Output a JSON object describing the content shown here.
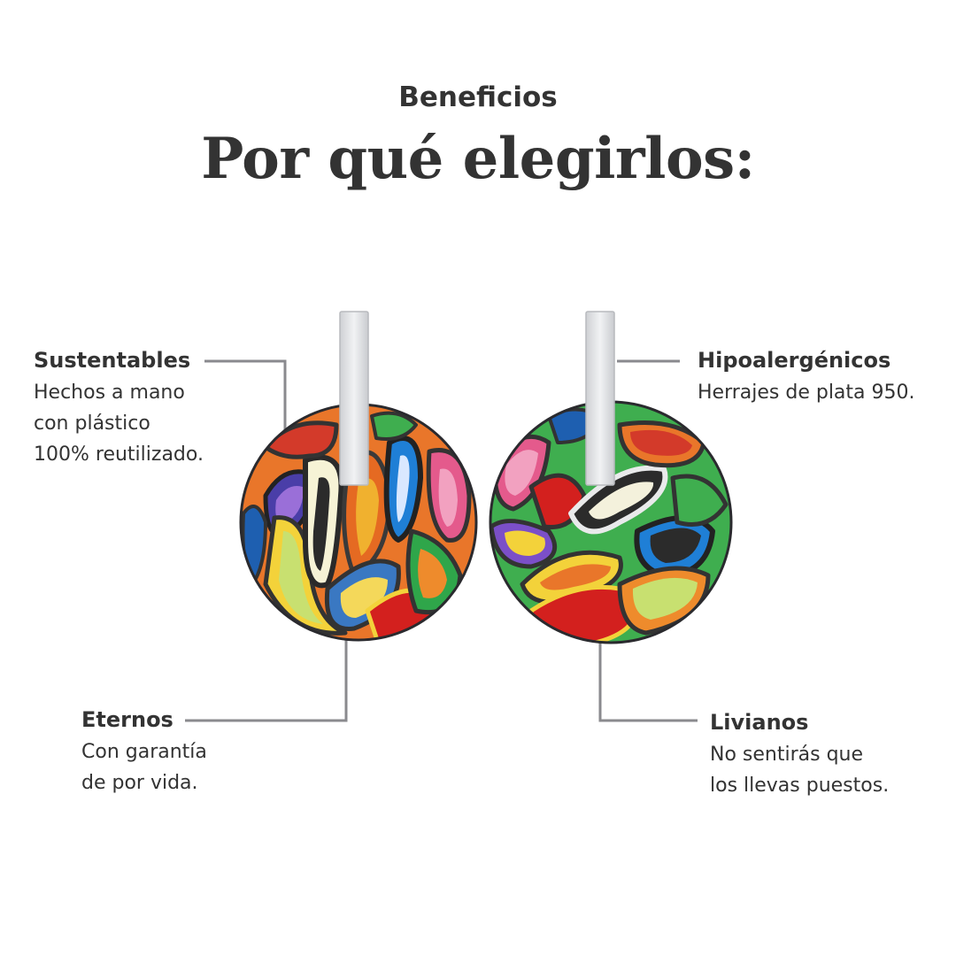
{
  "header": {
    "eyebrow": "Beneficios",
    "headline": "Por qué elegirlos:"
  },
  "features": [
    {
      "title": "Sustentables",
      "description": "Hechos a mano\ncon plástico\n100% reutilizado."
    },
    {
      "title": "Hipoalergénicos",
      "description": "Herrajes de plata 950."
    },
    {
      "title": "Eternos",
      "description": "Con garantía\nde por vida."
    },
    {
      "title": "Livianos",
      "description": "No sentirás que\nlos llevas puestos."
    }
  ],
  "colors": {
    "text": "#333333",
    "connector": "#8a8a8e",
    "background": "#ffffff"
  }
}
